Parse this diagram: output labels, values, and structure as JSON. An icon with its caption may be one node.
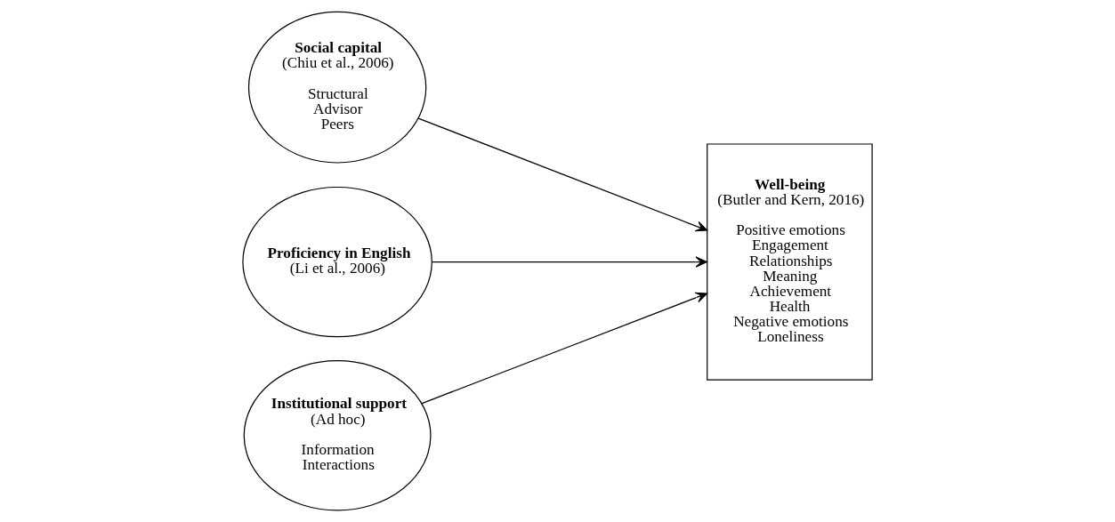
{
  "diagram": {
    "nodes": [
      {
        "text": [
          "Social capital",
          "(Chiu et al., 2006)",
          "Structural",
          "Advisor",
          "Peers"
        ]
      },
      {
        "text": [
          "Proficiency in English",
          "(Li et al., 2006)"
        ]
      },
      {
        "text": [
          "Institutional support",
          "(Ad hoc)",
          "Information",
          "Interactions"
        ]
      },
      {
        "text": [
          "Well-being",
          "(Butler and Kern, 2016)",
          "Positive emotions",
          "Engagement",
          "Relationships",
          "Meaning",
          "Achievement",
          "Health",
          "Negative emotions",
          "Loneliness"
        ]
      }
    ],
    "edges": [
      {
        "from": 0,
        "to": 3,
        "arrow": "to"
      },
      {
        "from": 1,
        "to": 3,
        "arrow": "to"
      },
      {
        "from": 2,
        "to": 3,
        "arrow": "to"
      }
    ]
  }
}
